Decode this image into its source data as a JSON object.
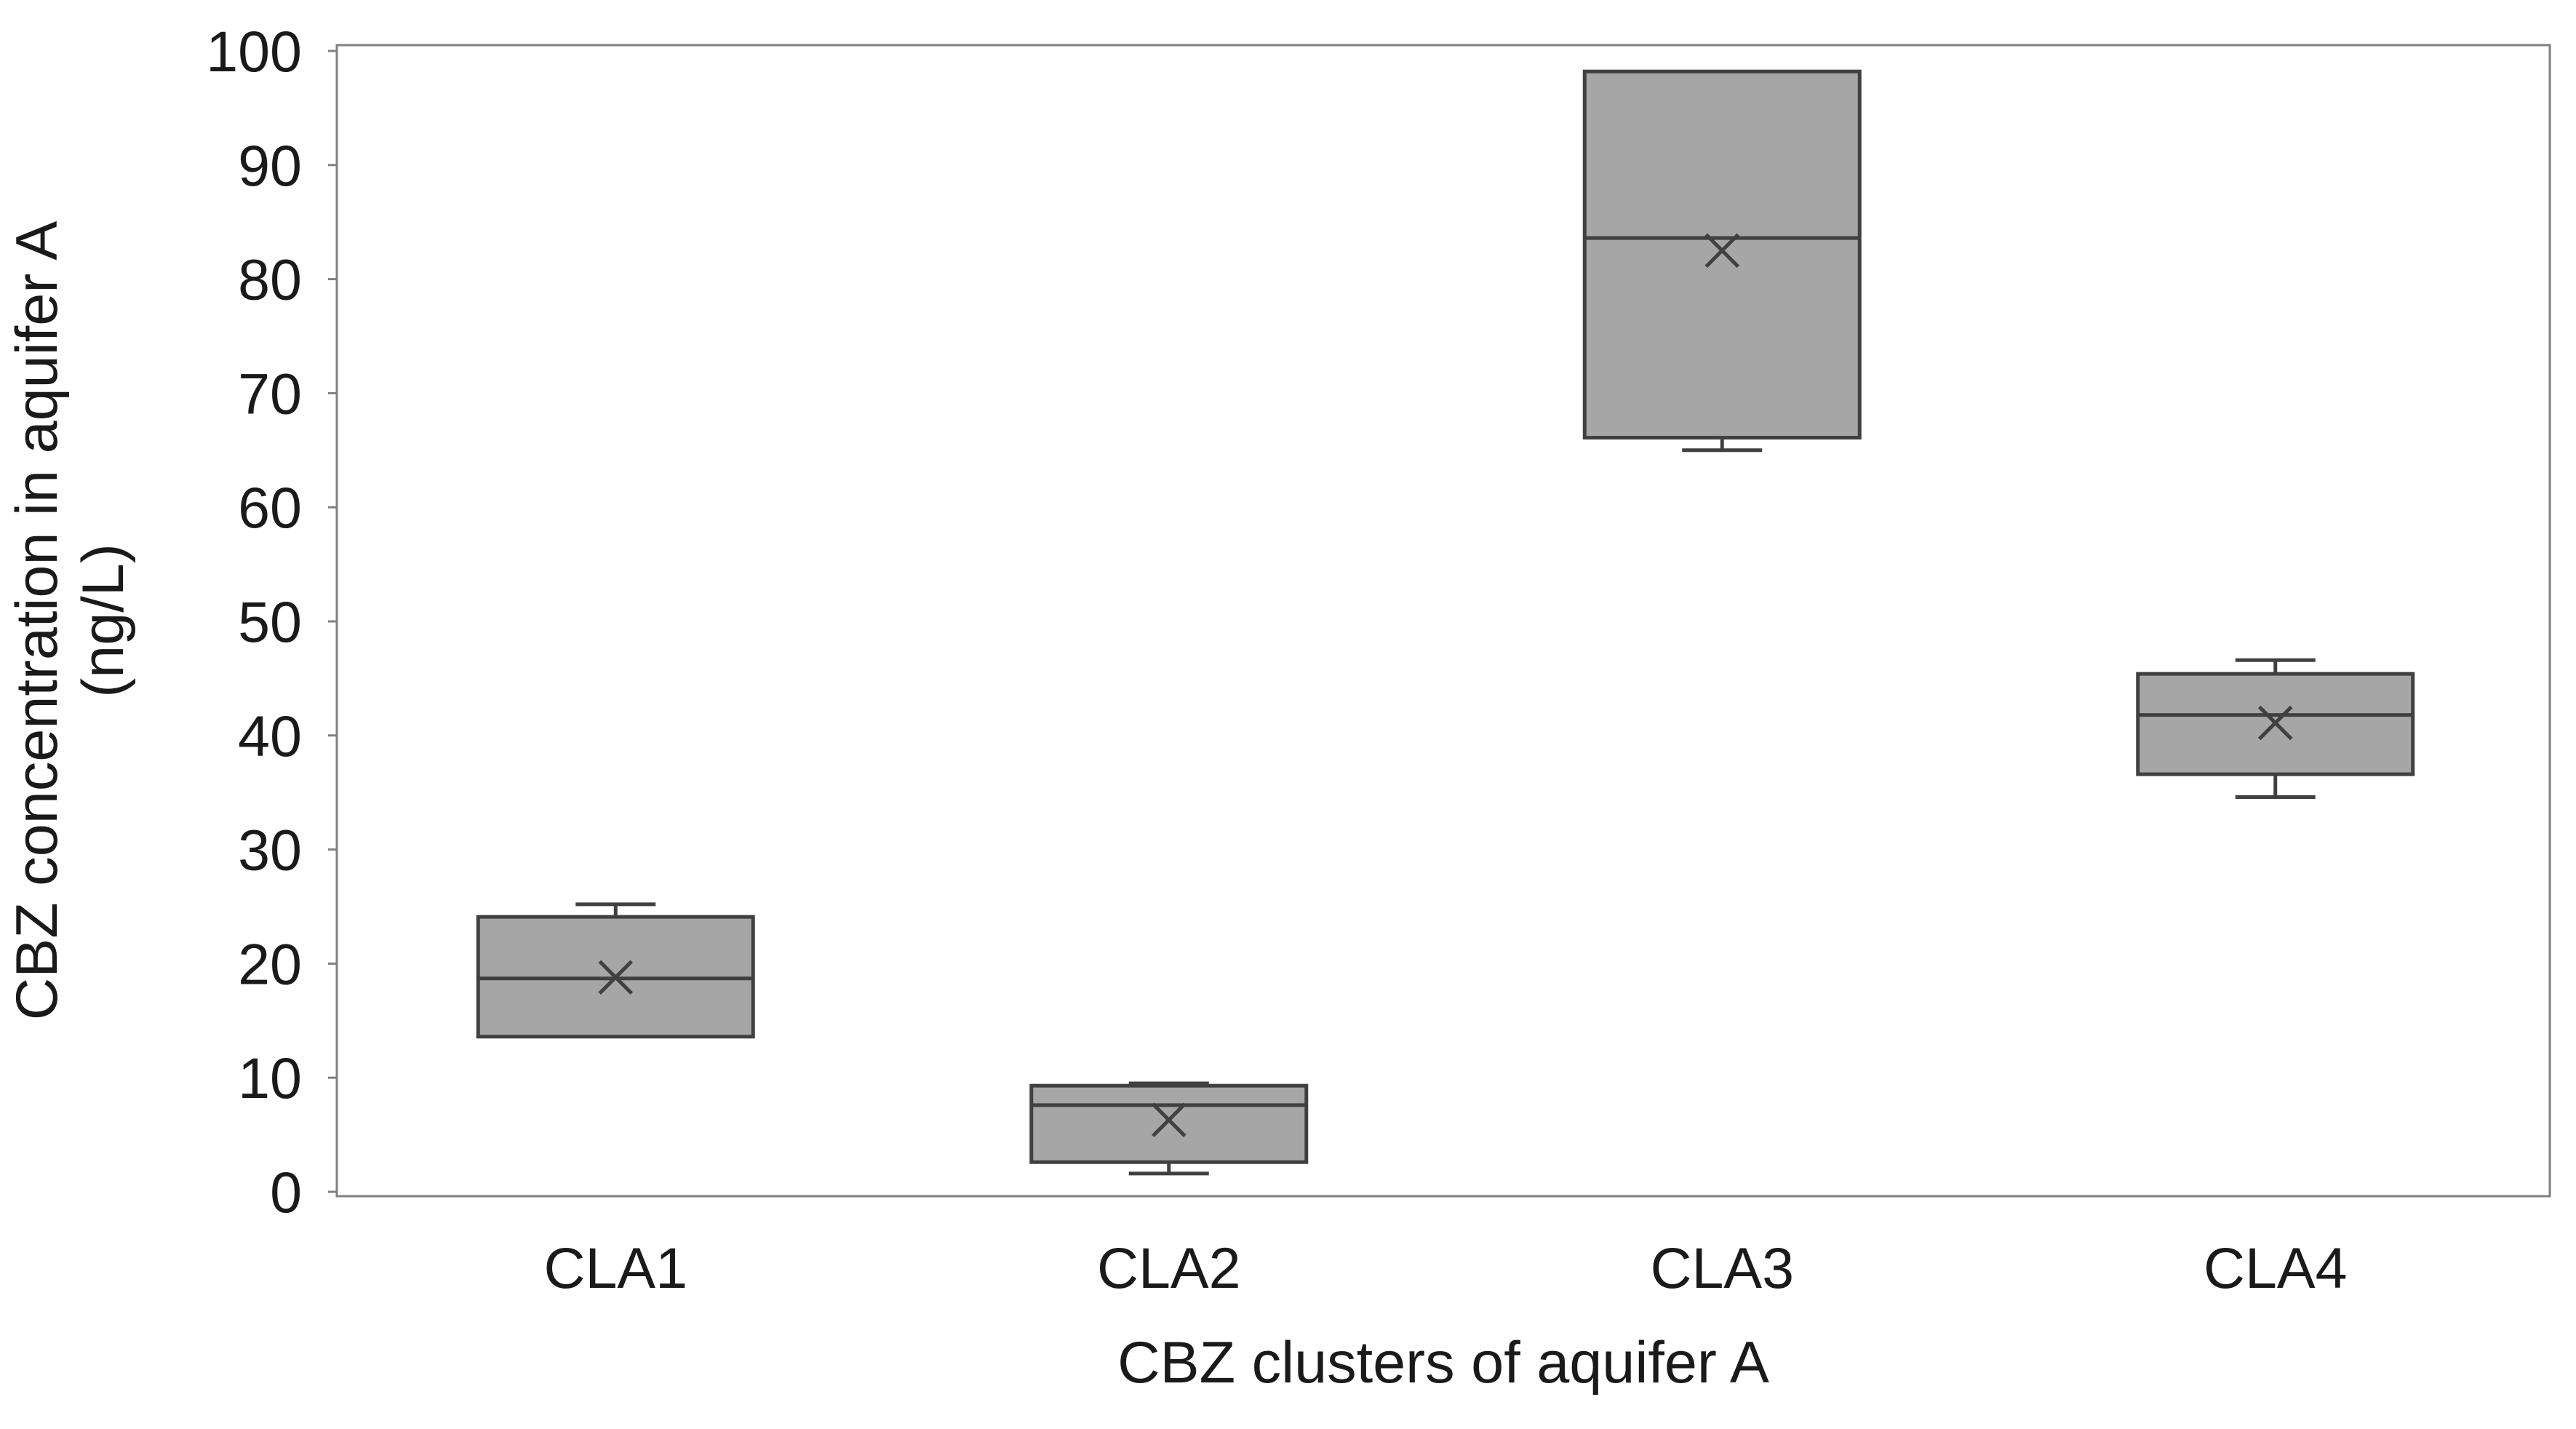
{
  "chart_data": {
    "type": "box",
    "title": "",
    "xlabel": "CBZ clusters of aquifer A",
    "ylabel_lines": [
      "CBZ concentration in aquifer A",
      "(ng/L)"
    ],
    "ylim": [
      0,
      100
    ],
    "yticks": [
      "0",
      "10",
      "20",
      "30",
      "40",
      "50",
      "60",
      "70",
      "80",
      "90",
      "100"
    ],
    "grid": false,
    "legend": "none",
    "categories": [
      "CLA1",
      "CLA2",
      "CLA3",
      "CLA4"
    ],
    "boxes": [
      {
        "category": "CLA1",
        "whisker_low": 13.6,
        "q1": 13.6,
        "median": 18.7,
        "q3": 24.1,
        "whisker_high": 25.2,
        "mean": 18.8
      },
      {
        "category": "CLA2",
        "whisker_low": 1.6,
        "q1": 2.6,
        "median": 7.6,
        "q3": 9.3,
        "whisker_high": 9.5,
        "mean": 6.3
      },
      {
        "category": "CLA3",
        "whisker_low": 65.0,
        "q1": 66.1,
        "median": 83.6,
        "q3": 98.2,
        "whisker_high": 98.2,
        "mean": 82.5
      },
      {
        "category": "CLA4",
        "whisker_low": 34.6,
        "q1": 36.6,
        "median": 41.8,
        "q3": 45.4,
        "whisker_high": 46.6,
        "mean": 41.1
      }
    ],
    "colors": {
      "box_fill": "#a6a6a6",
      "stroke": "#404040",
      "frame": "#7f7f7f"
    }
  }
}
